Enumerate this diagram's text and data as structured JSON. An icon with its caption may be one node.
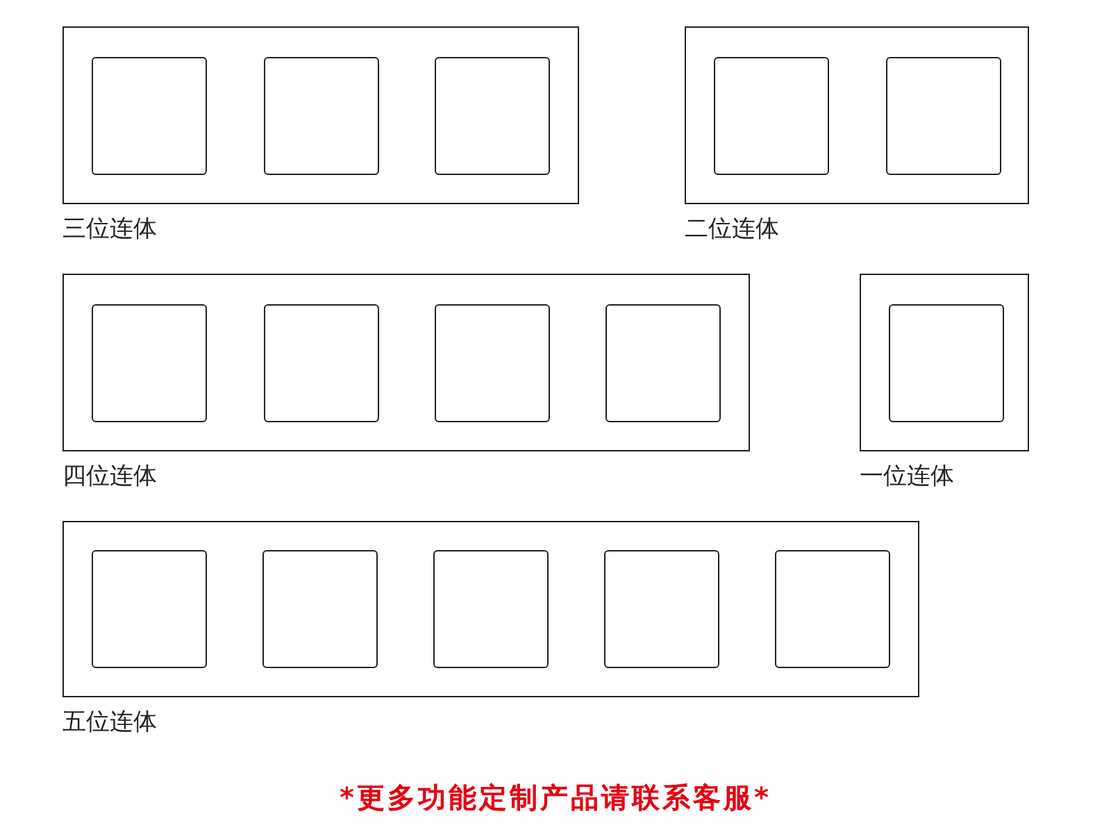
{
  "diagram": {
    "caption": "*更多功能定制产品请联系客服*",
    "nodes": [
      {
        "text": [
          "三位连体"
        ]
      },
      {
        "text": [],
        "shape": "box",
        "in": 0
      },
      {
        "text": [],
        "shape": "box",
        "in": 0
      },
      {
        "text": [],
        "shape": "box",
        "in": 0
      },
      {
        "text": [
          "二位连体"
        ]
      },
      {
        "text": [],
        "shape": "box",
        "in": 4
      },
      {
        "text": [],
        "shape": "box",
        "in": 4
      },
      {
        "text": [
          "四位连体"
        ]
      },
      {
        "text": [],
        "shape": "box",
        "in": 7
      },
      {
        "text": [],
        "shape": "box",
        "in": 7
      },
      {
        "text": [],
        "shape": "box",
        "in": 7
      },
      {
        "text": [],
        "shape": "box",
        "in": 7
      },
      {
        "text": [
          "一位连体"
        ]
      },
      {
        "text": [],
        "shape": "box",
        "in": 12
      },
      {
        "text": [
          "五位连体"
        ]
      },
      {
        "text": [],
        "shape": "box",
        "in": 14
      },
      {
        "text": [],
        "shape": "box",
        "in": 14
      },
      {
        "text": [],
        "shape": "box",
        "in": 14
      },
      {
        "text": [],
        "shape": "box",
        "in": 14
      },
      {
        "text": [],
        "shape": "box",
        "in": 14
      }
    ]
  }
}
